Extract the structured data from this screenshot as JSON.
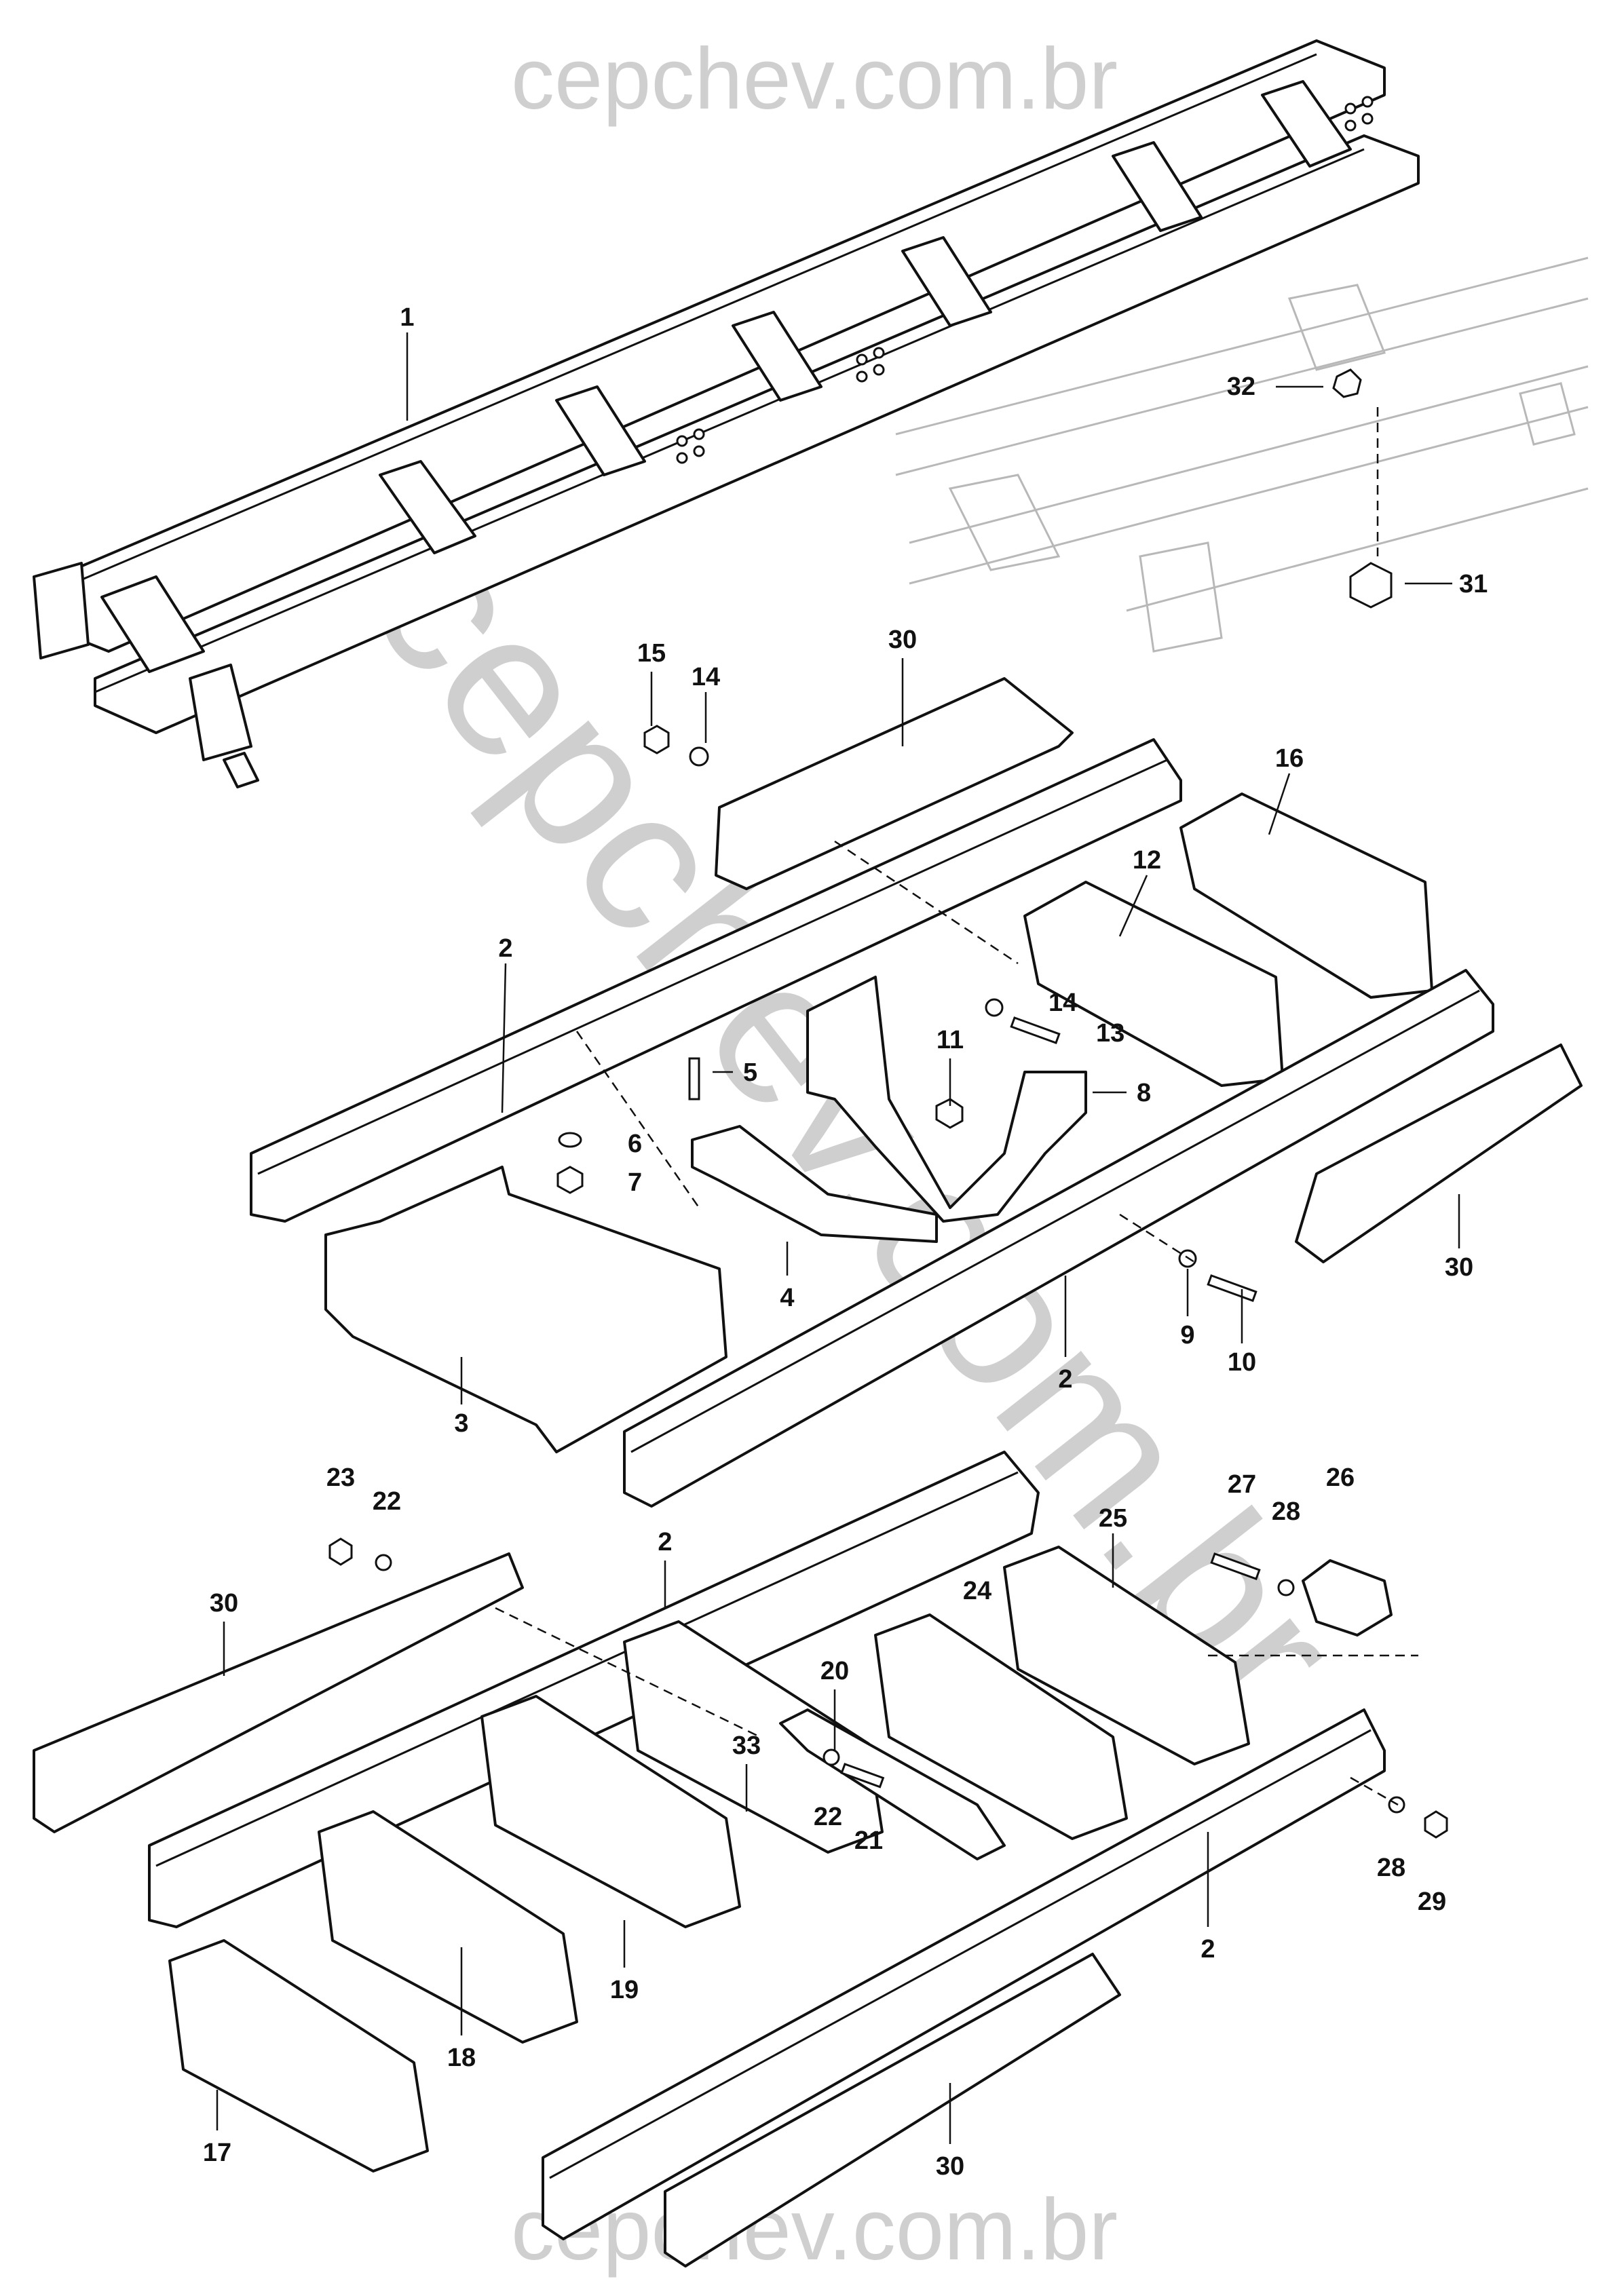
{
  "watermark": {
    "top": "cepchev.com.br",
    "diagonal": "cepchev.com.br",
    "bottom": "cepchev.com.br"
  },
  "callouts": [
    "1",
    "32",
    "31",
    "15",
    "14",
    "30",
    "16",
    "12",
    "2",
    "14",
    "13",
    "11",
    "5",
    "8",
    "6",
    "7",
    "4",
    "3",
    "9",
    "10",
    "30",
    "2",
    "23",
    "22",
    "2",
    "30",
    "27",
    "26",
    "28",
    "25",
    "20",
    "24",
    "33",
    "22",
    "21",
    "28",
    "29",
    "2",
    "17",
    "18",
    "19",
    "30"
  ]
}
